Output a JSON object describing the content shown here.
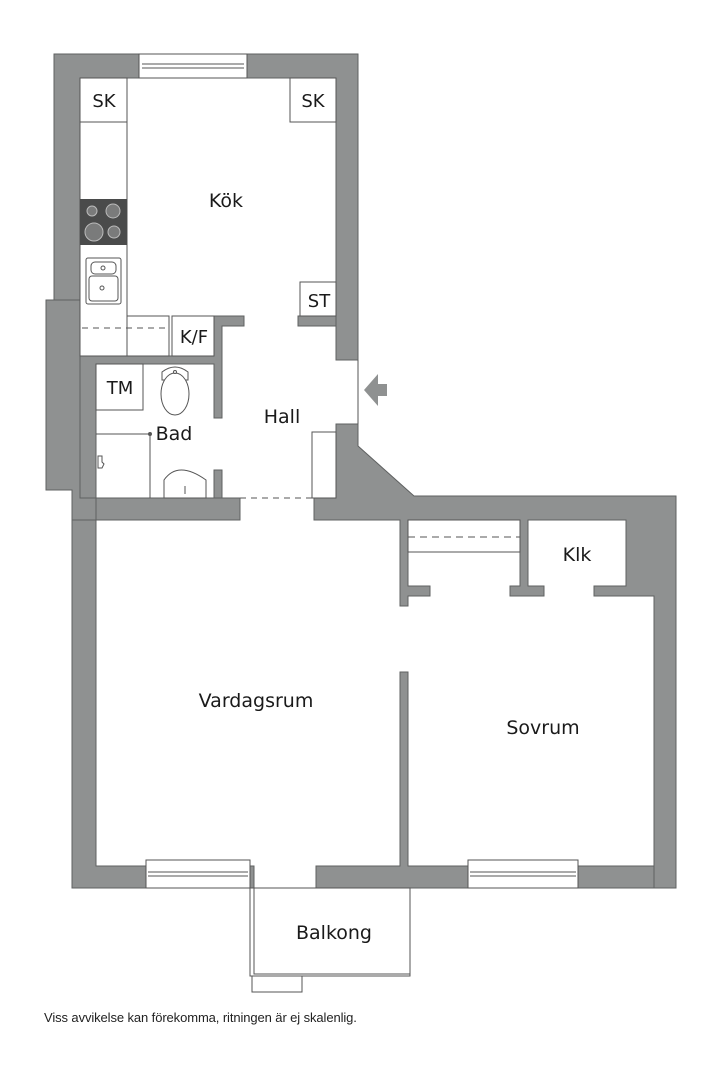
{
  "rooms": {
    "kitchen": "Kök",
    "hall": "Hall",
    "bathroom": "Bad",
    "living_room": "Vardagsrum",
    "bedroom": "Sovrum",
    "balcony": "Balkong",
    "walk_in_closet": "Klk"
  },
  "fixtures": {
    "cabinet_left": "SK",
    "cabinet_right": "SK",
    "storage": "ST",
    "fridge_freezer": "K/F",
    "washing_machine": "TM"
  },
  "icons": {
    "entrance": "entrance-arrow-icon",
    "stove": "stove-icon",
    "sink": "kitchen-sink-icon",
    "toilet": "toilet-icon",
    "washbasin": "washbasin-icon",
    "shower": "shower-icon"
  },
  "colors": {
    "wall": "#8f9191",
    "wall_stroke": "#5f6161",
    "floor": "#ffffff",
    "line": "#555555",
    "stove": "#4a4b4b"
  },
  "footer": {
    "disclaimer": "Viss avvikelse kan förekomma, ritningen är ej skalenlig."
  }
}
